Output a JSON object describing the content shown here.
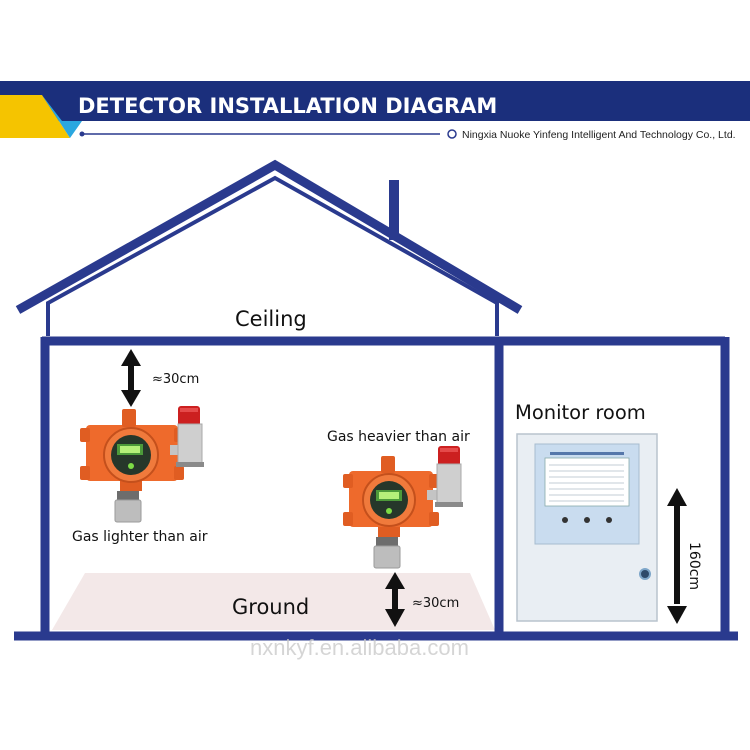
{
  "header": {
    "title": "DETECTOR INSTALLATION DIAGRAM",
    "company": "Ningxia Nuoke Yinfeng Intelligent And Technology Co., Ltd."
  },
  "labels": {
    "ceiling": "Ceiling",
    "ground": "Ground",
    "monitor_room": "Monitor room",
    "lighter_gas": "Gas lighter than air",
    "heavier_gas": "Gas heavier than air",
    "top_distance": "≈30cm",
    "bottom_distance": "≈30cm",
    "controller_height": "160cm",
    "watermark": "nxnkyf.en.alibaba.com"
  },
  "colors": {
    "header_band": "#1b2f7c",
    "accent_yellow": "#f5c400",
    "accent_cyan": "#2aa7e0",
    "house_outline": "#2a3a8e",
    "floor_fill": "#f3e8e8",
    "detector_body": "#ee6a2c",
    "alarm_light": "#cc2020",
    "controller_body": "#e9eef3",
    "controller_panel": "#c9dcef"
  },
  "icons": [
    "gas-detector-icon",
    "alarm-beacon-icon",
    "controller-cabinet-icon",
    "double-arrow-icon"
  ]
}
